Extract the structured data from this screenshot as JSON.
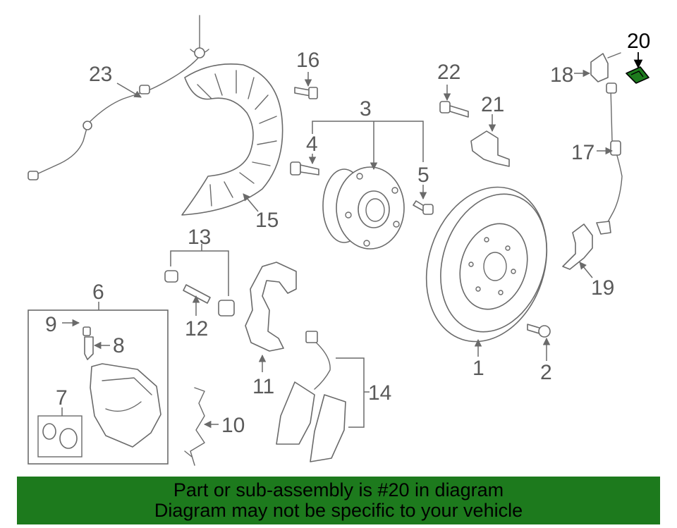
{
  "callouts": {
    "p1": "1",
    "p2": "2",
    "p3": "3",
    "p4": "4",
    "p5": "5",
    "p6": "6",
    "p7": "7",
    "p8": "8",
    "p9": "9",
    "p10": "10",
    "p11": "11",
    "p12": "12",
    "p13": "13",
    "p14": "14",
    "p15": "15",
    "p16": "16",
    "p17": "17",
    "p18": "18",
    "p19": "19",
    "p20": "20",
    "p21": "21",
    "p22": "22",
    "p23": "23"
  },
  "highlight": {
    "part": "20",
    "color": "#1d7a1d"
  },
  "banner": {
    "line1": "Part or sub-assembly is #20 in diagram",
    "line2": "Diagram may not be specific to your vehicle",
    "background": "#1d7a1d"
  }
}
